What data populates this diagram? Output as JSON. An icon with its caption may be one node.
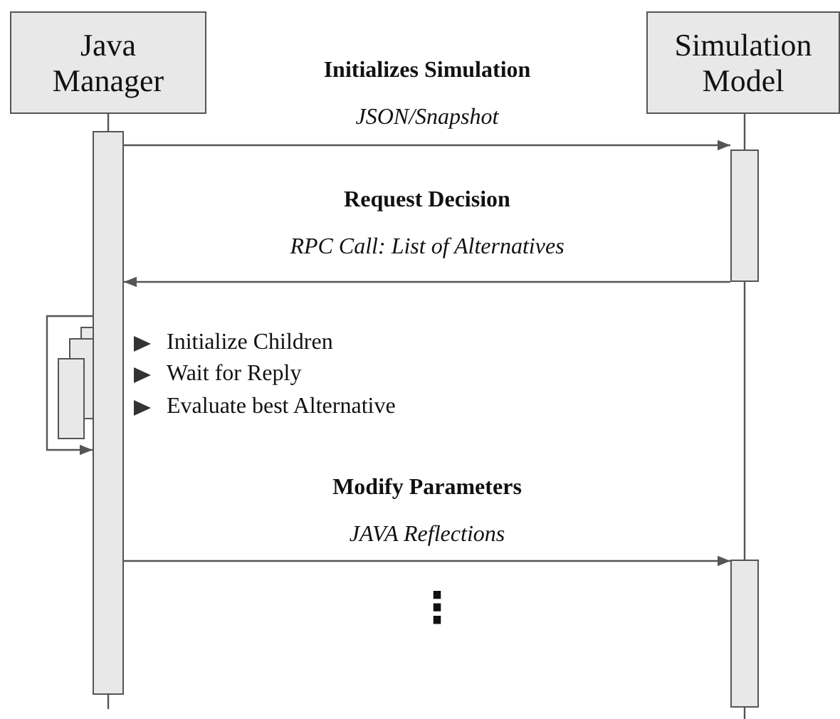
{
  "diagram": {
    "nodes": [
      {
        "text": [
          "Java Manager"
        ]
      },
      {
        "text": [
          "Simulation Model"
        ]
      },
      {
        "text": [],
        "shape": "bar"
      },
      {
        "text": [],
        "shape": "bar"
      },
      {
        "text": [],
        "shape": "bar"
      }
    ],
    "edges": [
      {
        "from": 0,
        "to": 2,
        "arrow": "none"
      },
      {
        "from": 1,
        "to": 3,
        "arrow": "none"
      },
      {
        "from": 3,
        "to": 4,
        "arrow": "none"
      },
      {
        "from": 2,
        "to": null,
        "arrow": "none"
      },
      {
        "from": 4,
        "to": null,
        "arrow": "none"
      },
      {
        "from": 2,
        "to": 3,
        "arrow": "to",
        "label": "**Initializes Simulation** *JSON/Snapshot*"
      },
      {
        "from": 3,
        "to": 2,
        "arrow": "to",
        "label": "**Request Decision** *RPC Call: List of Alternatives*"
      },
      {
        "from": 2,
        "to": 2,
        "arrow": "to"
      },
      {
        "from": 2,
        "to": 4,
        "arrow": "to",
        "label": "**Modify Parameters** *JAVA Reflections*"
      }
    ],
    "labels": [
      "Initialize Children",
      "Wait for Reply",
      "Evaluate best Alternative",
      "⋮"
    ]
  }
}
